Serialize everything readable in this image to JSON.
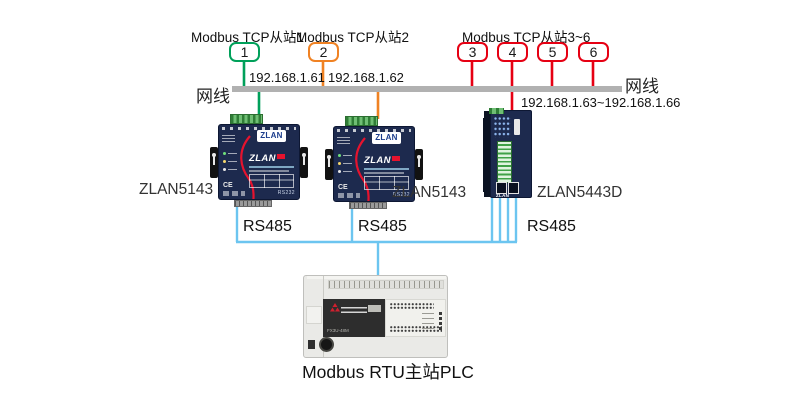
{
  "colors": {
    "slave1_green": "#00A05A",
    "slave2_orange": "#F08223",
    "slave36_red": "#E60013",
    "cable_gray": "#B1B1B1",
    "rs485_blue": "#6CC5F0",
    "device_navy": "#1D2A4E",
    "terminal_green": "#3FA047"
  },
  "labels": {
    "group1": "Modbus TCP从站1",
    "group2": "Modbus TCP从站2",
    "group3": "Modbus TCP从站3~6",
    "cable_left": "网线",
    "cable_right": "网线",
    "ip1": "192.168.1.61",
    "ip2": "192.168.1.62",
    "ip3": "192.168.1.63~192.168.1.66",
    "device1": "ZLAN5143",
    "device2": "ZLAN5143",
    "device3": "ZLAN5443D",
    "rs485_1": "RS485",
    "rs485_2": "RS485",
    "rs485_3": "RS485",
    "plc": "Modbus RTU主站PLC"
  },
  "nodes": [
    {
      "label": "1",
      "color": "#00A05A"
    },
    {
      "label": "2",
      "color": "#F08223"
    },
    {
      "label": "3",
      "color": "#E60013"
    },
    {
      "label": "4",
      "color": "#E60013"
    },
    {
      "label": "5",
      "color": "#E60013"
    },
    {
      "label": "6",
      "color": "#E60013"
    }
  ],
  "device_art": {
    "zlan": "ZLAN",
    "rs232": "RS232",
    "ce": "CE",
    "plc_model": "FX3U-48M"
  }
}
